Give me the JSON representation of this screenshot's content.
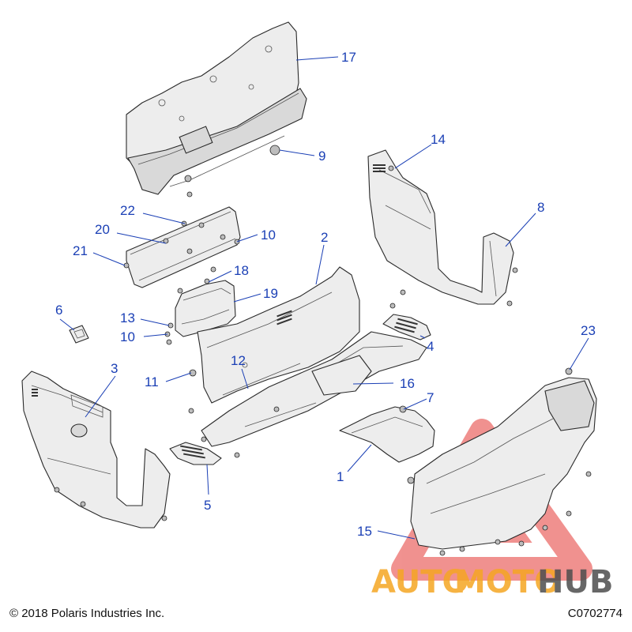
{
  "diagram": {
    "callouts": [
      {
        "id": "c1",
        "label": "1"
      },
      {
        "id": "c2",
        "label": "2"
      },
      {
        "id": "c3",
        "label": "3"
      },
      {
        "id": "c4",
        "label": "4"
      },
      {
        "id": "c5",
        "label": "5"
      },
      {
        "id": "c6",
        "label": "6"
      },
      {
        "id": "c7",
        "label": "7"
      },
      {
        "id": "c8",
        "label": "8"
      },
      {
        "id": "c9",
        "label": "9"
      },
      {
        "id": "c10a",
        "label": "10"
      },
      {
        "id": "c10b",
        "label": "10"
      },
      {
        "id": "c11",
        "label": "11"
      },
      {
        "id": "c12",
        "label": "12"
      },
      {
        "id": "c13",
        "label": "13"
      },
      {
        "id": "c14",
        "label": "14"
      },
      {
        "id": "c15",
        "label": "15"
      },
      {
        "id": "c16",
        "label": "16"
      },
      {
        "id": "c17",
        "label": "17"
      },
      {
        "id": "c18",
        "label": "18"
      },
      {
        "id": "c19",
        "label": "19"
      },
      {
        "id": "c20",
        "label": "20"
      },
      {
        "id": "c21",
        "label": "21"
      },
      {
        "id": "c22",
        "label": "22"
      },
      {
        "id": "c23",
        "label": "23"
      }
    ]
  },
  "watermark": {
    "auto": "AUTO",
    "moto": "MOTO",
    "hub": "HUB",
    "color_orange": "#f5a623",
    "color_gray": "#4d4d4d",
    "color_red": "#e53935"
  },
  "footer": {
    "copyright": "© 2018 Polaris Industries Inc.",
    "code": "C0702774"
  },
  "colors": {
    "callout": "#1a3fb5",
    "part_fill": "#ededed",
    "outline": "#2a2a2a"
  }
}
